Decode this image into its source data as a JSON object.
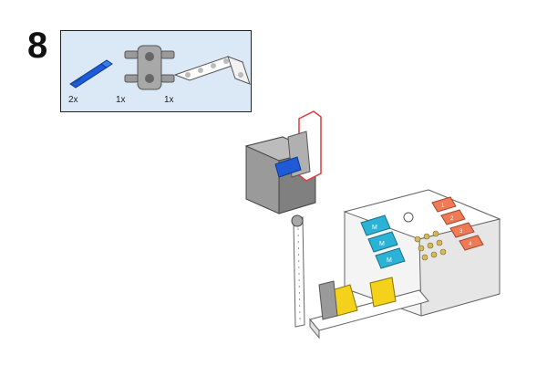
{
  "step": {
    "number": "8"
  },
  "parts": [
    {
      "qty": "2x",
      "icon": "blue-pin-icon"
    },
    {
      "qty": "1x",
      "icon": "gray-cross-connector-icon"
    },
    {
      "qty": "1x",
      "icon": "white-l-beam-icon"
    }
  ],
  "hub": {
    "port_labels": [
      "M",
      "M",
      "M"
    ],
    "output_labels": [
      "1",
      "2",
      "3",
      "4"
    ]
  },
  "colors": {
    "panel_bg": "#dbe9f6",
    "blue_pin": "#1f5bd6",
    "gray": "#9a9a9a",
    "white_beam": "#ffffff",
    "cyan": "#2ab3d6",
    "orange": "#f07a55",
    "yellow": "#f4d21c",
    "highlight": "#e23c3c"
  }
}
